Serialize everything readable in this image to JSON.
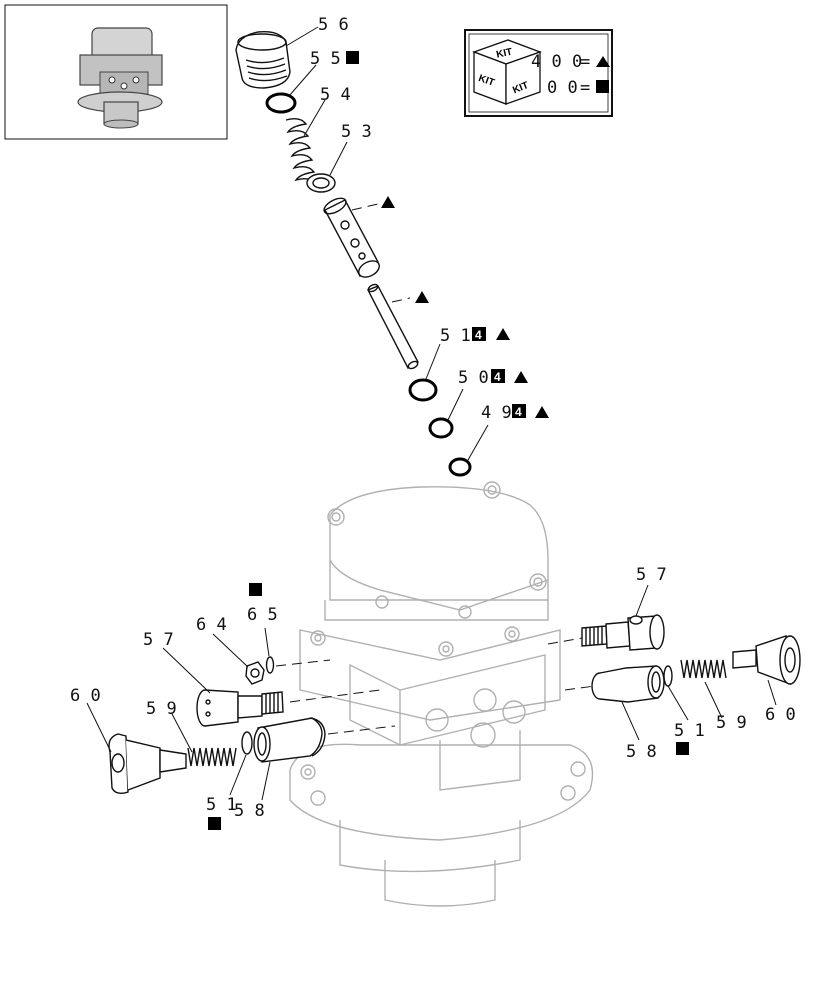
{
  "colors": {
    "line": "#111111",
    "ghost": "#b0b0b0",
    "background": "#ffffff"
  },
  "icons": {
    "kit_box": "kit-cube-icon",
    "triangle": "triangle-icon",
    "square": "square-icon"
  },
  "kit_legend": {
    "box_label": "KIT",
    "row_a_digits": "4 0 0",
    "row_a_eq": "=",
    "row_b_digits": "0 0",
    "row_b_eq": "="
  },
  "callouts": {
    "p56": "5 6",
    "p55": "5 5",
    "p54": "5 4",
    "p53": "5 3",
    "p51": "5 1",
    "p50": "5 0",
    "p49": "4 9",
    "p57_right": "5 7",
    "p65": "6 5",
    "p64": "6 4",
    "p57_left": "5 7",
    "p60_left": "6 0",
    "p59_left": "5 9",
    "p51_left": "5 1",
    "p58_left": "5 8",
    "p58_right": "5 8",
    "p51_right": "5 1",
    "p59_right": "5 9",
    "p60_right": "6 0",
    "small_4": "4"
  }
}
